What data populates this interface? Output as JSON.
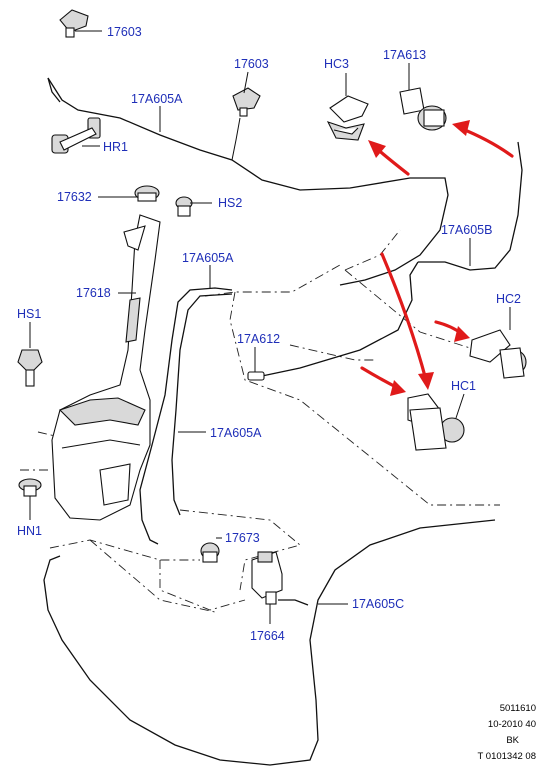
{
  "colors": {
    "callout_text": "#1f2fb8",
    "arrow": "#e01a1a",
    "line": "#111111"
  },
  "callouts": {
    "c_17603_top": "17603",
    "c_17603_mid": "17603",
    "c_hc3": "HC3",
    "c_17a613": "17A613",
    "c_17a605a_top": "17A605A",
    "c_hr1": "HR1",
    "c_17632": "17632",
    "c_hs2": "HS2",
    "c_17a605b": "17A605B",
    "c_17a605a_mid": "17A605A",
    "c_17618": "17618",
    "c_hs1": "HS1",
    "c_hc2": "HC2",
    "c_17a612": "17A612",
    "c_hc1": "HC1",
    "c_17a605a_low": "17A605A",
    "c_hn1": "HN1",
    "c_17673": "17673",
    "c_17a605c": "17A605C",
    "c_17664": "17664"
  },
  "reference_block": {
    "line1": "5011610",
    "line2": "10-2010 40",
    "line3": "BK",
    "line4": "T 0101342 08"
  }
}
